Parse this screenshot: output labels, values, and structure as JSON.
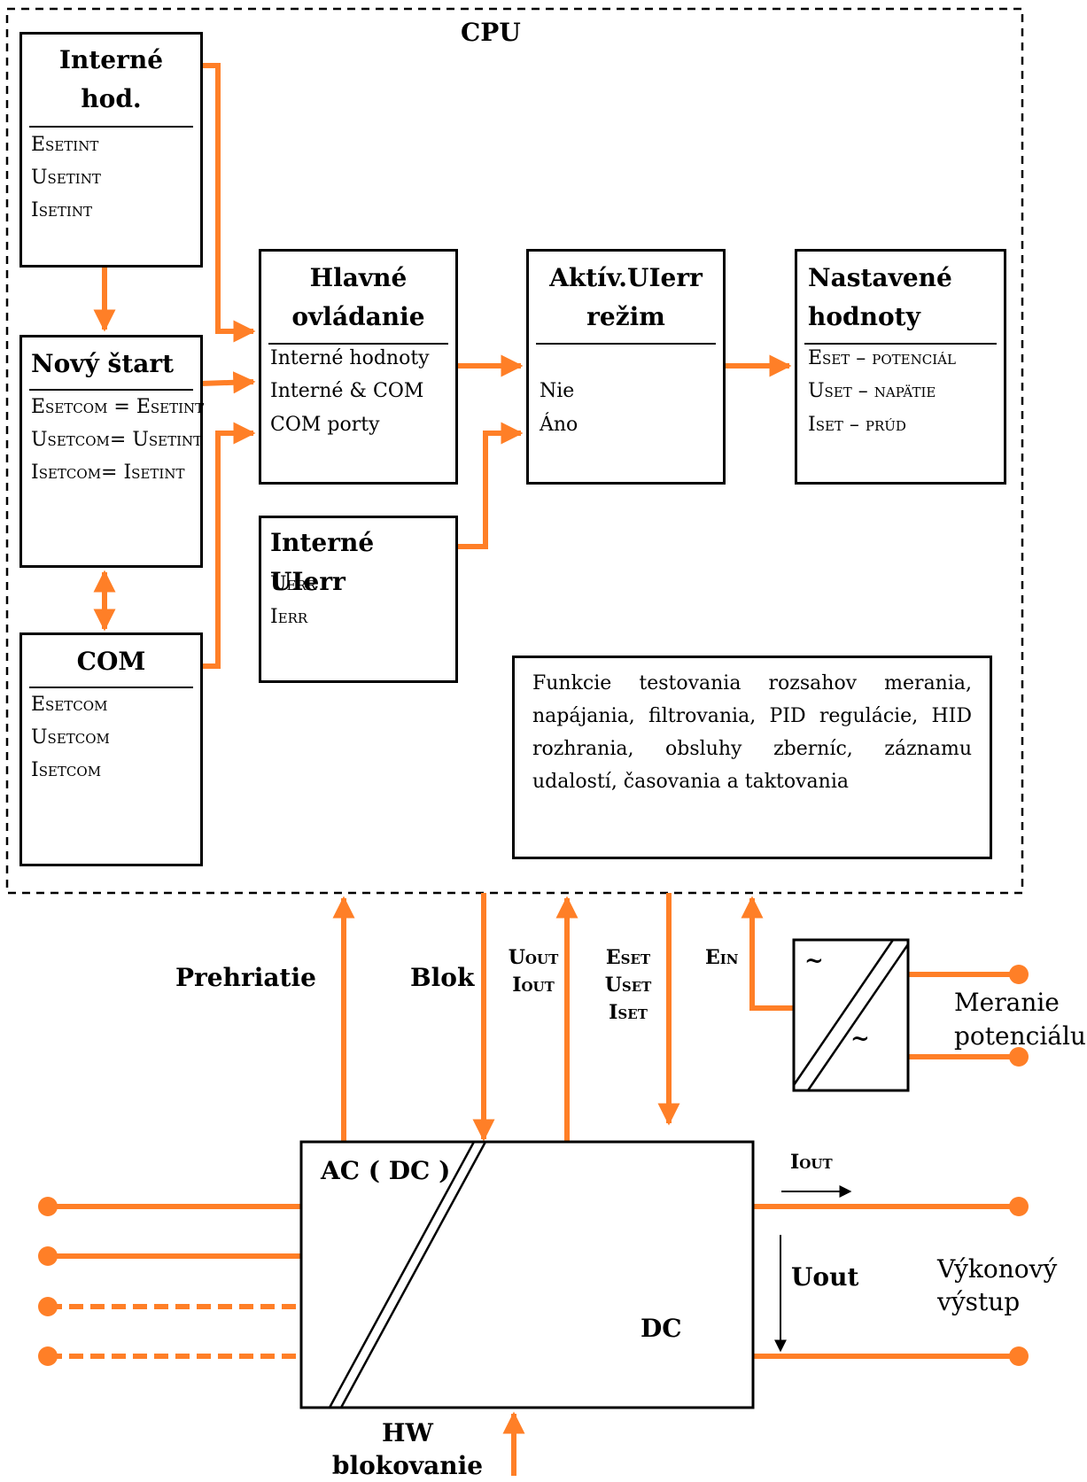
{
  "cpu": {
    "title": "CPU"
  },
  "blocks": {
    "interne_hod": {
      "title_l1": "Interné",
      "title_l2": "hod.",
      "lines": [
        "Esetint",
        "Usetint",
        "Isetint"
      ]
    },
    "novy_start": {
      "title": "Nový štart",
      "lines": [
        "Esetcom = Esetint",
        "Usetcom= Usetint",
        "Isetcom= Isetint"
      ]
    },
    "com": {
      "title": "COM",
      "lines": [
        "Esetcom",
        "Usetcom",
        "Isetcom"
      ]
    },
    "hlavne": {
      "title_l1": "Hlavné",
      "title_l2": "ovládanie",
      "lines": [
        "Interné hodnoty",
        "Interné & COM",
        "COM porty"
      ]
    },
    "aktiv": {
      "title_l1": "Aktív.UIerr",
      "title_l2": "režim",
      "lines": [
        "Nie",
        "Áno"
      ]
    },
    "nastavene": {
      "title_l1": "Nastavené",
      "title_l2": "hodnoty",
      "lines": [
        "Eset – potenciál",
        "Uset – napätie",
        "Iset – prúd"
      ]
    },
    "interne_uierr": {
      "title": "Interné UIerr",
      "lines": [
        "Uerr",
        "Ierr"
      ]
    },
    "funkcie": {
      "text": "Funkcie testovania rozsahov merania, napájania, filtrovania, PID regulácie, HID rozhrania, obsluhy zberníc, záznamu udalostí, časovania a taktovania"
    }
  },
  "signals": {
    "prehriatie": "Prehriatie",
    "blok": "Blok",
    "uout_iout": [
      "Uout",
      "Iout"
    ],
    "eset_group": [
      "Eset",
      "Uset",
      "Iset"
    ],
    "ein": "Ein"
  },
  "converter": {
    "ac_label": "AC ( DC )",
    "dc_label": "DC",
    "iout_label": "Iout",
    "uout_label": "Uout",
    "output_label_l1": "Výkonový",
    "output_label_l2": "výstup",
    "hw_l1": "HW",
    "hw_l2": "blokovanie"
  },
  "meranie": {
    "l1": "Meranie",
    "l2": "potenciálu",
    "symbol_top": "~",
    "symbol_bottom": "~"
  },
  "colors": {
    "arrow": "#FF7F27",
    "line": "#000000"
  }
}
